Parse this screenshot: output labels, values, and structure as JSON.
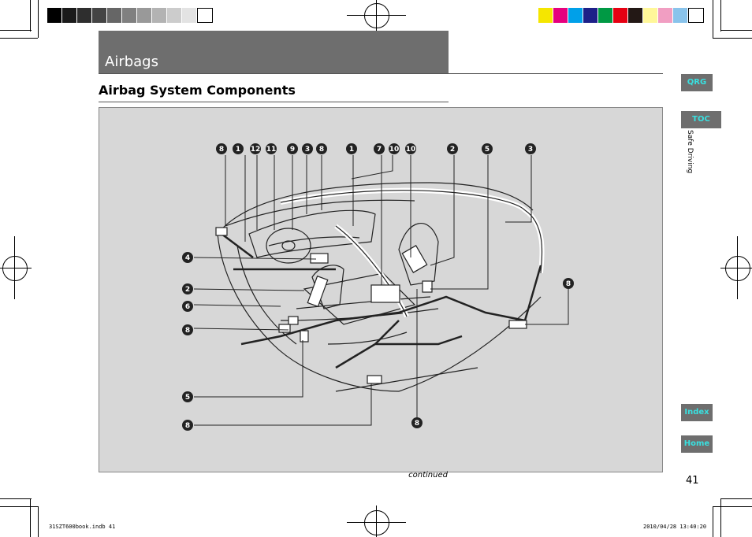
{
  "header": {
    "title": "Airbags"
  },
  "section": {
    "heading": "Airbag System Components"
  },
  "figure": {
    "top_callouts": [
      "8",
      "1",
      "12",
      "11",
      "9",
      "3",
      "8",
      "1",
      "7",
      "10",
      "10",
      "2",
      "5",
      "3"
    ],
    "left_callouts": [
      "4",
      "2",
      "6",
      "8",
      "5",
      "8"
    ],
    "right_callouts": [
      "8"
    ],
    "bottom_callouts": [
      "8"
    ],
    "continued": "continued"
  },
  "side_tabs": {
    "qrg": "QRG",
    "toc": "TOC",
    "index": "Index",
    "home": "Home"
  },
  "side_label": "Safe Driving",
  "page_number": "41",
  "footer": {
    "file": "31SZT600book.indb   41",
    "timestamp": "2010/04/28   13:40:20"
  },
  "colors": {
    "title_bar": "#6e6e6e",
    "figure_bg": "#d7d7d7",
    "tab_text": "#39e0e0"
  }
}
